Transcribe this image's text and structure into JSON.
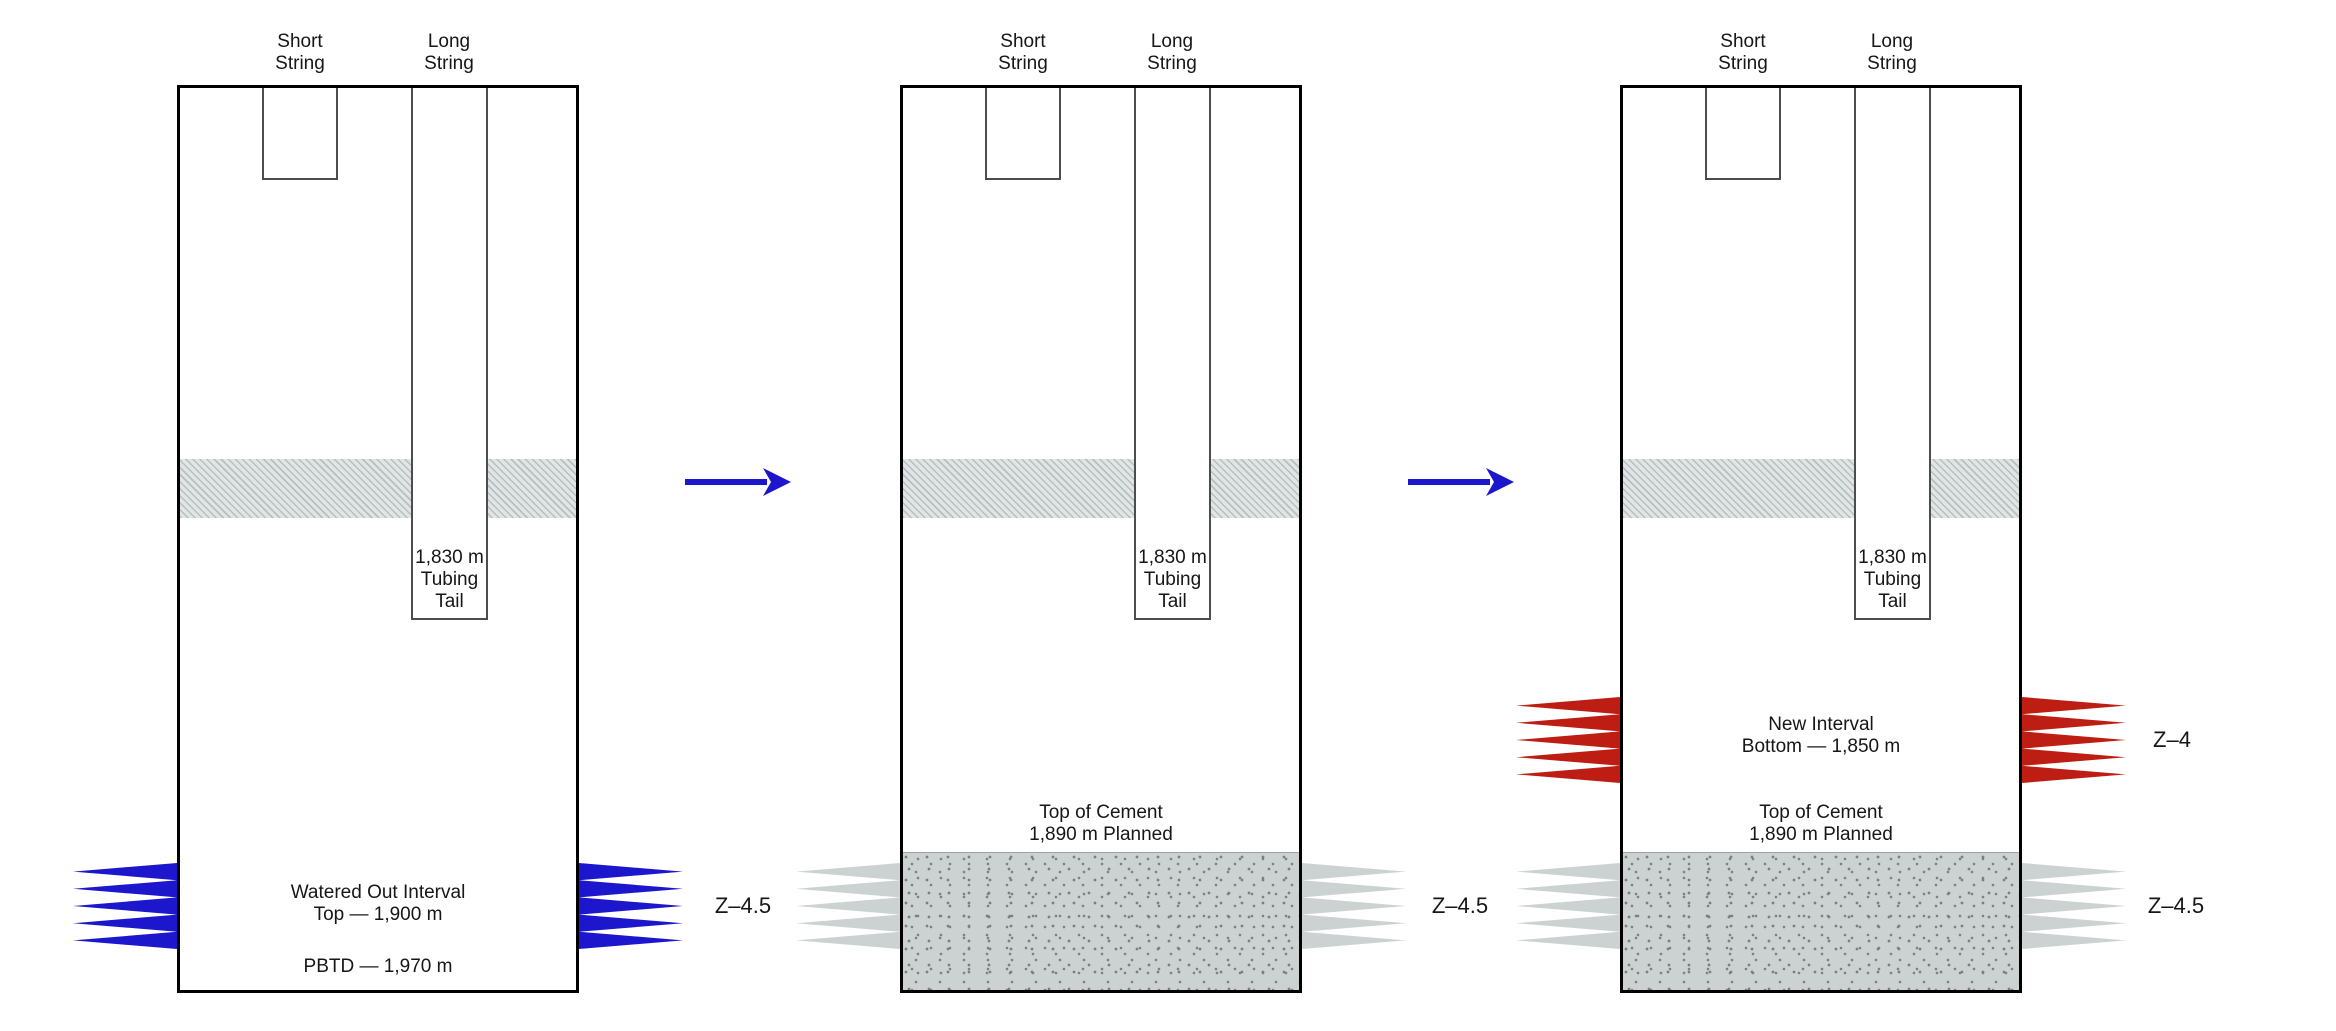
{
  "colors": {
    "perforation_blue": "#1c17cd",
    "perforation_red": "#bd1d12",
    "perforation_gray": "#ccd2d2",
    "arrow_blue": "#1c17cd"
  },
  "stages": [
    {
      "id": "stage-1",
      "labels": {
        "short_string": "Short\nString",
        "long_string": "Long\nString",
        "tubing_tail": "1,830 m\nTubing\nTail",
        "watered_interval": "Watered Out Interval\nTop — 1,900 m",
        "pbtd": "PBTD — 1,970 m",
        "zone_lower": "Z–4.5"
      }
    },
    {
      "id": "stage-2",
      "labels": {
        "short_string": "Short\nString",
        "long_string": "Long\nString",
        "tubing_tail": "1,830 m\nTubing\nTail",
        "top_of_cement": "Top of Cement\n1,890 m Planned",
        "zone_lower": "Z–4.5"
      }
    },
    {
      "id": "stage-3",
      "labels": {
        "short_string": "Short\nString",
        "long_string": "Long\nString",
        "tubing_tail": "1,830 m\nTubing\nTail",
        "new_interval": "New Interval\nBottom — 1,850 m",
        "zone_upper": "Z–4",
        "top_of_cement": "Top of Cement\n1,890 m Planned",
        "zone_lower": "Z–4.5"
      }
    }
  ]
}
